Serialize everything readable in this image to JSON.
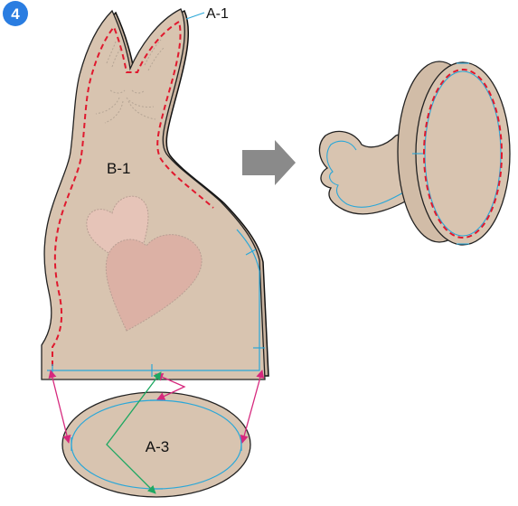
{
  "step": {
    "number": "4",
    "badge_color": "#2a7de1"
  },
  "labels": {
    "a1": "A-1",
    "b1": "B-1",
    "a3": "A-3"
  },
  "colors": {
    "fabric": "#d8c4b0",
    "fabric_edge": "#222222",
    "stitch_red": "#e0192e",
    "seam_blue": "#2aa7d8",
    "heart_light": "#e6c4b8",
    "heart_dark": "#dcb1a5",
    "arrow_gray": "#8a8a8a",
    "pink_arrow": "#d6287d",
    "green_arrow": "#1ea862"
  },
  "icons": {
    "direction_arrow": "right-arrow-icon",
    "step_badge": "step-number-badge"
  }
}
